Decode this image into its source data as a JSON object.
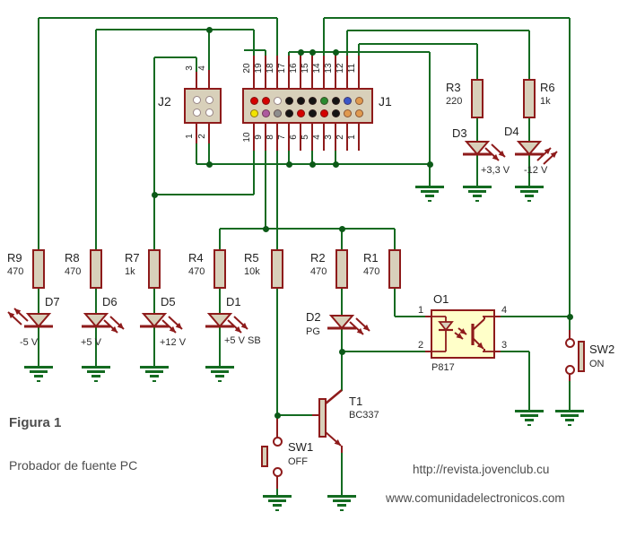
{
  "figure": {
    "label": "Figura 1",
    "caption": "Probador de fuente PC"
  },
  "links": {
    "url1": "http://revista.jovenclub.cu",
    "url2": "www.comunidadelectronicos.com"
  },
  "connectors": {
    "j1": {
      "label": "J1",
      "top_pins": [
        {
          "n": "20",
          "c": "#d40000"
        },
        {
          "n": "19",
          "c": "#d40000"
        },
        {
          "n": "18",
          "c": "#ffffff"
        },
        {
          "n": "17",
          "c": "#141414"
        },
        {
          "n": "16",
          "c": "#141414"
        },
        {
          "n": "15",
          "c": "#141414"
        },
        {
          "n": "14",
          "c": "#2a8a2f"
        },
        {
          "n": "13",
          "c": "#141414"
        },
        {
          "n": "12",
          "c": "#3a56c8"
        },
        {
          "n": "11",
          "c": "#e09a50"
        }
      ],
      "bottom_pins": [
        {
          "n": "10",
          "c": "#f2e400"
        },
        {
          "n": "9",
          "c": "#ad5a9e"
        },
        {
          "n": "8",
          "c": "#8e8e8e"
        },
        {
          "n": "7",
          "c": "#141414"
        },
        {
          "n": "6",
          "c": "#d40000"
        },
        {
          "n": "5",
          "c": "#141414"
        },
        {
          "n": "4",
          "c": "#d40000"
        },
        {
          "n": "3",
          "c": "#141414"
        },
        {
          "n": "2",
          "c": "#e09a50"
        },
        {
          "n": "1",
          "c": "#e09a50"
        }
      ]
    },
    "j2": {
      "label": "J2",
      "top_pins": [
        "3",
        "4"
      ],
      "bottom_pins": [
        "1",
        "2"
      ]
    }
  },
  "resistors": [
    {
      "name": "R9",
      "value": "470"
    },
    {
      "name": "R8",
      "value": "470"
    },
    {
      "name": "R7",
      "value": "1k"
    },
    {
      "name": "R4",
      "value": "470"
    },
    {
      "name": "R5",
      "value": "10k"
    },
    {
      "name": "R2",
      "value": "470"
    },
    {
      "name": "R1",
      "value": "470"
    },
    {
      "name": "R3",
      "value": "220"
    },
    {
      "name": "R6",
      "value": "1k"
    }
  ],
  "leds": [
    {
      "name": "D7",
      "voltage": "-5 V"
    },
    {
      "name": "D6",
      "voltage": "+5 V"
    },
    {
      "name": "D5",
      "voltage": "+12 V"
    },
    {
      "name": "D1",
      "voltage": "+5 V SB"
    },
    {
      "name": "D2",
      "voltage": "PG"
    },
    {
      "name": "D3",
      "voltage": "+3,3 V"
    },
    {
      "name": "D4",
      "voltage": "-12 V"
    }
  ],
  "transistor": {
    "name": "T1",
    "part": "BC337"
  },
  "optocoupler": {
    "name": "O1",
    "part": "P817",
    "pin_numbers": [
      "1",
      "2",
      "3",
      "4"
    ]
  },
  "switches": [
    {
      "name": "SW1",
      "state": "OFF"
    },
    {
      "name": "SW2",
      "state": "ON"
    }
  ],
  "colors": {
    "wire": "#146b21",
    "component": "#8e1b1b",
    "fill": "#d8d0ba",
    "opto_fill": "#ffffc9"
  }
}
